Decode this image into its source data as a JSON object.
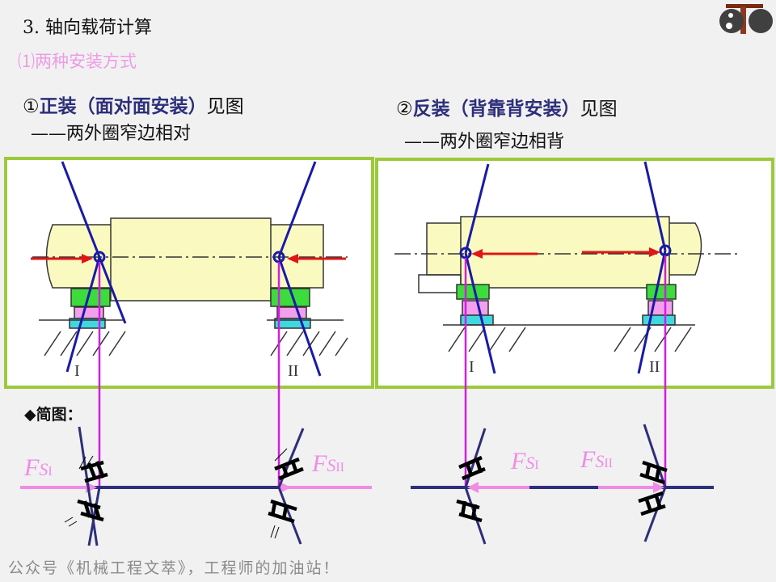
{
  "title": "3. 轴向载荷计算",
  "subtitle": "⑴两种安装方式",
  "left": {
    "num": "①",
    "bold": "正装（面对面安装）",
    "tail": "见图",
    "desc": "——两外圈窄边相对",
    "bearing_labels": [
      "I",
      "II"
    ]
  },
  "right": {
    "num": "②",
    "bold": "反装（背靠背安装）",
    "tail": "见图",
    "desc": "——两外圈窄边相背",
    "bearing_labels": [
      "I",
      "II"
    ]
  },
  "sketch_label": "◆简图：",
  "force_labels": {
    "f": "F",
    "s": "S",
    "i": "I",
    "ii": "II"
  },
  "footer": "公众号《机械工程文萃》，工程师的加油站！",
  "colors": {
    "frame": "#9cc93a",
    "shaft": "#fafac0",
    "axis": "#1a1aa8",
    "guide": "#d21ee0",
    "force": "#f08ce6",
    "arrow": "#e01515"
  }
}
